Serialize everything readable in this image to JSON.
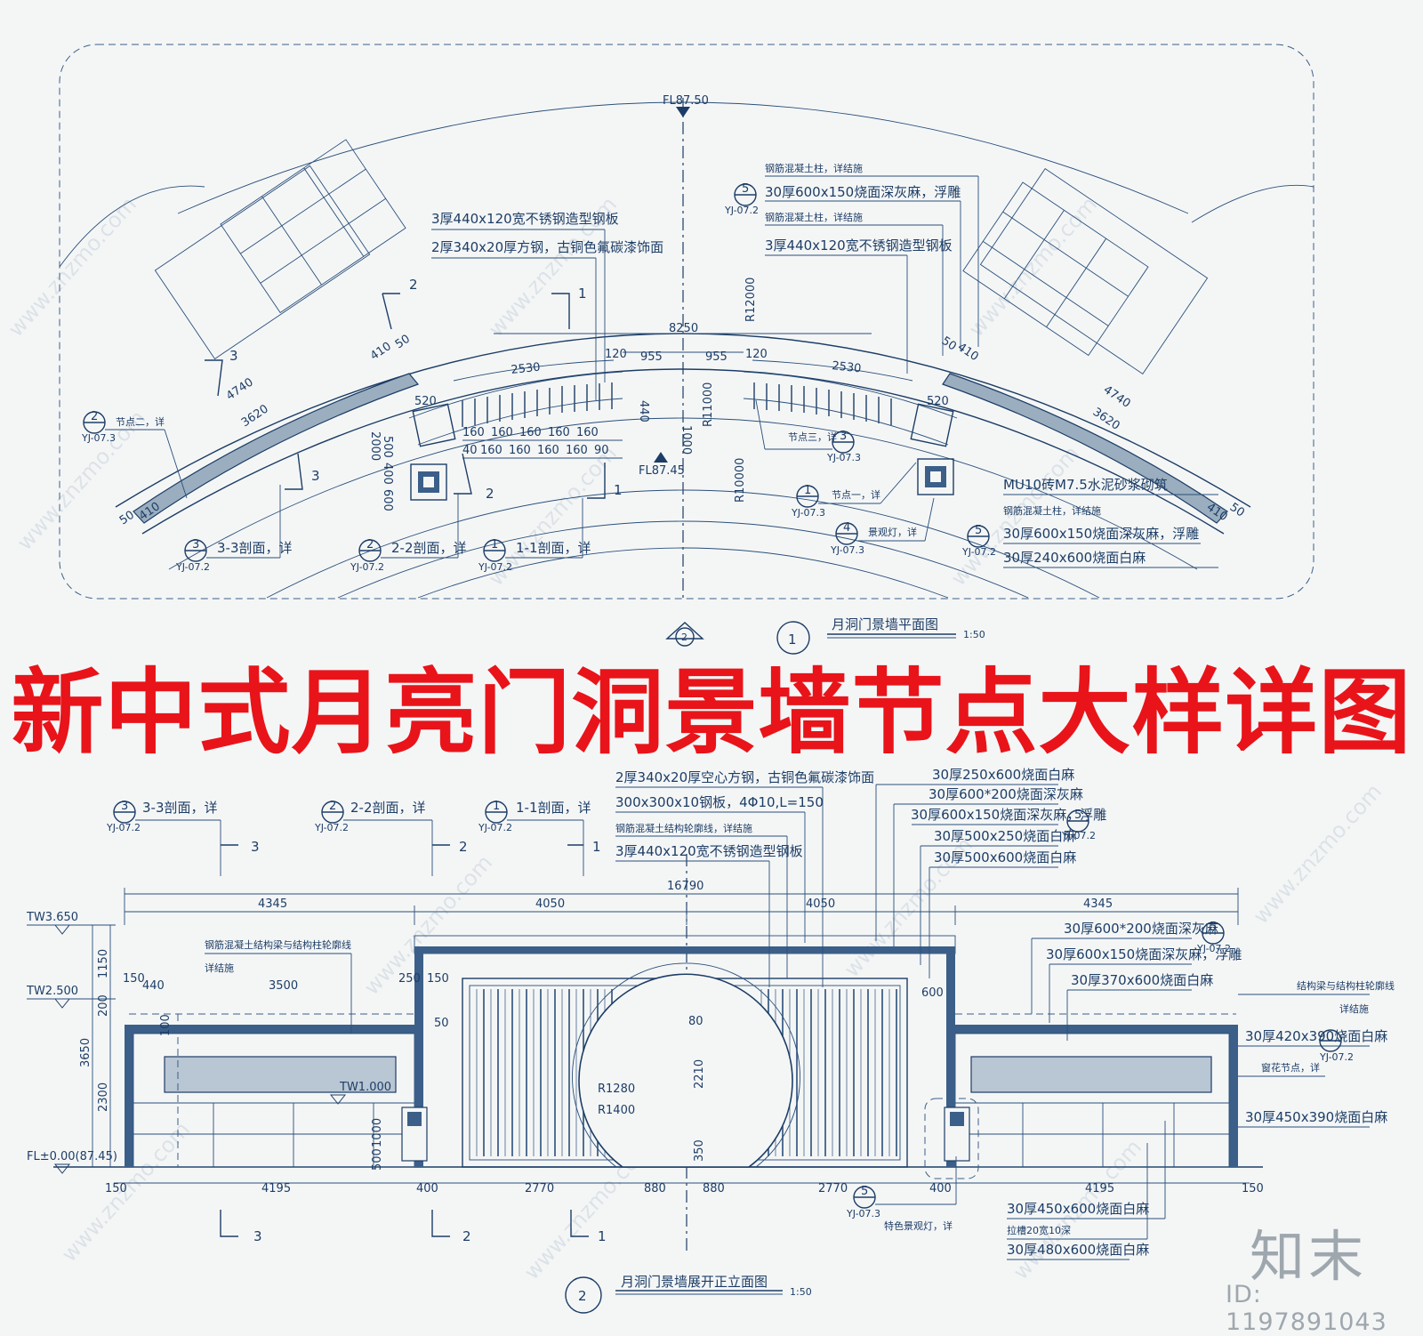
{
  "title": "新中式月亮门洞景墙节点大样详图",
  "plan": {
    "title": "月洞门景墙平面图",
    "scale": "1:50",
    "number": "1",
    "elevation_top": "FL87.50",
    "elevation_mid": "FL87.45",
    "notes_left": [
      "3厚440x120宽不锈钢造型钢板",
      "2厚340x20厚方钢，古铜色氟碳漆饰面"
    ],
    "notes_right": [
      "钢筋混凝土柱，详结施",
      "30厚600x150烧面深灰麻，浮雕",
      "钢筋混凝土柱，详结施",
      "3厚440x120宽不锈钢造型钢板"
    ],
    "notes_lower_right": [
      "MU10砖M7.5水泥砂浆砌筑",
      "钢筋混凝土柱，详结施",
      "30厚600x150烧面深灰麻，浮雕",
      "30厚240x600烧面白麻"
    ],
    "dims": [
      "8250",
      "955",
      "955",
      "2530",
      "2530",
      "120",
      "120",
      "440",
      "1000",
      "410",
      "50",
      "520",
      "4740",
      "3620",
      "500",
      "400",
      "2000",
      "600",
      "160",
      "40",
      "90"
    ],
    "radii": [
      "R12000",
      "R11000",
      "R10000"
    ],
    "callouts": [
      {
        "num": "2",
        "ref": "YJ-07.3",
        "text": "节点二，详"
      },
      {
        "num": "3",
        "ref": "YJ-07.3",
        "text": "节点三，详"
      },
      {
        "num": "1",
        "ref": "YJ-07.3",
        "text": "节点一，详"
      },
      {
        "num": "4",
        "ref": "YJ-07.3",
        "text": "景观灯，详"
      },
      {
        "num": "5",
        "ref": "YJ-07.2",
        "text": ""
      },
      {
        "num": "5",
        "ref": "YJ-07.2",
        "text": ""
      },
      {
        "num": "3",
        "ref": "YJ-07.2",
        "text": "3-3剖面，详"
      },
      {
        "num": "2",
        "ref": "YJ-07.2",
        "text": "2-2剖面，详"
      },
      {
        "num": "1",
        "ref": "YJ-07.2",
        "text": "1-1剖面，详"
      }
    ],
    "section_marks": [
      "1",
      "2",
      "3"
    ]
  },
  "elevation": {
    "title": "月洞门景墙展开正立面图",
    "scale": "1:50",
    "number": "2",
    "top_notes": [
      "2厚340x20厚空心方钢，古铜色氟碳漆饰面",
      "300x300x10钢板，4Φ10,L=150",
      "钢筋混凝土结构轮廓线，详结施",
      "3厚440x120宽不锈钢造型钢板"
    ],
    "right_notes": [
      "30厚250x600烧面白麻",
      "30厚600*200烧面深灰麻",
      "30厚600x150烧面深灰麻，浮雕",
      "30厚500x250烧面白麻",
      "30厚500x600烧面白麻"
    ],
    "right_wing_notes": [
      "30厚600*200烧面深灰麻",
      "30厚600x150烧面深灰麻，浮雕",
      "30厚370x600烧面白麻"
    ],
    "far_right_notes": [
      "结构梁与结构柱轮廓线",
      "详结施",
      "30厚420x390烧面白麻",
      "窗花节点，详",
      "30厚450x390烧面白麻"
    ],
    "bottom_notes": [
      "30厚450x600烧面白麻",
      "拉槽20宽10深",
      "30厚480x600烧面白麻"
    ],
    "left_notes": [
      "钢筋混凝土结构梁与结构柱轮廓线",
      "详结施"
    ],
    "levels": [
      "TW3.650",
      "TW2.500",
      "TW1.000",
      "FL±0.00(87.45)"
    ],
    "dims_top": [
      "16790",
      "4345",
      "4050",
      "4050",
      "4345"
    ],
    "dims_bottom": [
      "150",
      "4195",
      "400",
      "2770",
      "880",
      "880",
      "2770",
      "400",
      "4195",
      "150"
    ],
    "dims_left": [
      "1150",
      "200",
      "3650",
      "2300"
    ],
    "dims_misc": [
      "150",
      "440",
      "3500",
      "250",
      "150",
      "50",
      "80",
      "600",
      "2210",
      "350",
      "R1280",
      "R1400",
      "1000",
      "500",
      "100"
    ],
    "callouts": [
      {
        "num": "3",
        "ref": "YJ-07.2",
        "text": "3-3剖面，详"
      },
      {
        "num": "2",
        "ref": "YJ-07.2",
        "text": "2-2剖面，详"
      },
      {
        "num": "1",
        "ref": "YJ-07.2",
        "text": "1-1剖面，详"
      },
      {
        "num": "5",
        "ref": "YJ-07.2",
        "text": ""
      },
      {
        "num": "5",
        "ref": "YJ-07.2",
        "text": ""
      },
      {
        "num": "5",
        "ref": "YJ-07.3",
        "text": "特色景观灯，详"
      }
    ],
    "section_marks": [
      "1",
      "2",
      "3"
    ]
  },
  "watermark": {
    "site": "www.znzmo.com",
    "logo": "知末",
    "id": "ID: 1197891043"
  },
  "colors": {
    "line": "#1d3d66",
    "title": "#e8141a",
    "background": "#f4f6f6",
    "watermark": "#9fa7ae"
  }
}
